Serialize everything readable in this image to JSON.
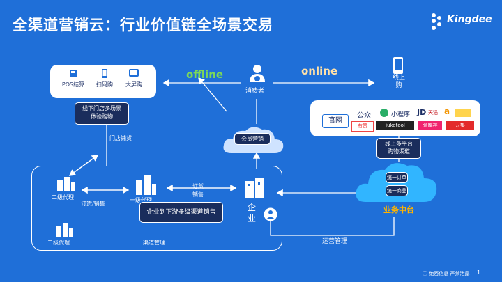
{
  "title": "全渠道营销云：行业价值链全场景交易",
  "logo": {
    "text": "Kingdee"
  },
  "offline": "offline",
  "online": "online",
  "consumer": "消费者",
  "store_box": {
    "items": [
      {
        "label": "POS结算",
        "icon": "pos-icon"
      },
      {
        "label": "扫码购",
        "icon": "phone-icon"
      },
      {
        "label": "大屏购",
        "icon": "screen-icon"
      }
    ],
    "scenario_label": "线下门店多场景\n体验购物"
  },
  "store_supply": "门店铺货",
  "member_marketing": "会员营销",
  "online_side": {
    "mobile_label": "线上\n购",
    "official_site": "官网",
    "platforms": [
      "公众",
      "小程序",
      "JD",
      "天猫",
      "a",
      "有赞",
      "juketool",
      "爱库存",
      "云集"
    ],
    "multi_platform": "线上多平台\n购物渠道"
  },
  "business_middle": {
    "title": "业务中台",
    "items": [
      "统一订单",
      "统一商品"
    ]
  },
  "enterprise_box": {
    "agent_top": "二级代理",
    "agent_bottom": "二级代理",
    "first_agent": "一级代理",
    "order_sales": "订货/销售",
    "order": "订货",
    "sales": "销售",
    "enterprise": "企\n业",
    "channel_mgmt": "渠道管理",
    "highlight": "企业到下游多级渠道销售"
  },
  "operations": "运营管理",
  "footer": {
    "confidential": "绝密信息 严禁泄露",
    "page": "1"
  },
  "colors": {
    "background": "#1f6fd8",
    "navy": "#1a2d5c",
    "offline": "#7ed957",
    "online": "#ffe1a8",
    "middle_title": "#ffb400"
  }
}
